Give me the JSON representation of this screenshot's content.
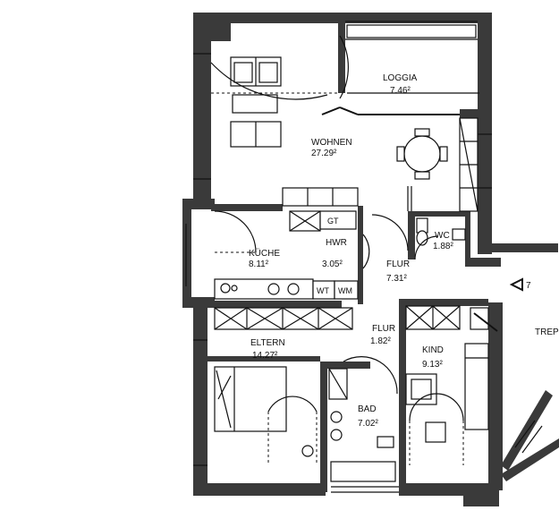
{
  "rooms": {
    "loggia": {
      "name": "LOGGIA",
      "area": "7.46²"
    },
    "wohnen": {
      "name": "WOHNEN",
      "area": "27.29²"
    },
    "kueche": {
      "name": "KÜCHE",
      "area": "8.11²"
    },
    "hwr": {
      "name": "HWR",
      "area": "3.05²"
    },
    "wc": {
      "name": "WC",
      "area": "1.88²"
    },
    "flur_top": {
      "name": "FLUR",
      "area": "7.31²"
    },
    "flur_mid": {
      "name": "FLUR",
      "area": "1.82²"
    },
    "eltern": {
      "name": "ELTERN",
      "area": "14.27²"
    },
    "kind": {
      "name": "KIND",
      "area": "9.13²"
    },
    "bad": {
      "name": "BAD",
      "area": "7.02²"
    }
  },
  "appliances": {
    "gt": "GT",
    "wt": "WT",
    "wm": "WM"
  },
  "entrance": {
    "number": "7"
  },
  "stair_label": "TREP"
}
